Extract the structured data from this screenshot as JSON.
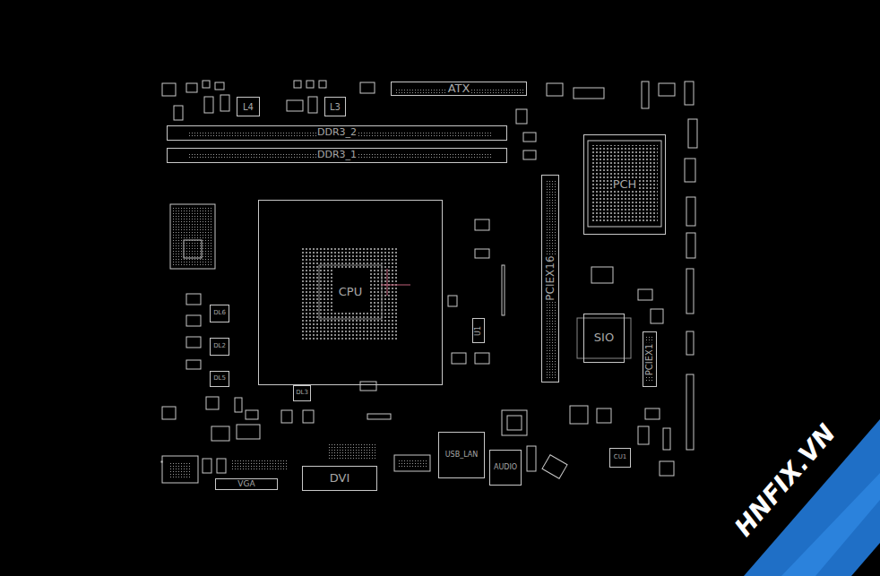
{
  "diagram": {
    "nodes": [
      {
        "text": [
          "L4"
        ]
      },
      {
        "text": [
          "L3"
        ]
      },
      {
        "text": [
          "ATX"
        ]
      },
      {
        "text": [
          "DDR3_2"
        ]
      },
      {
        "text": [
          "DDR3_1"
        ]
      },
      {
        "text": [
          "PCH"
        ]
      },
      {
        "text": [
          "CPU"
        ]
      },
      {
        "text": [
          "PCIEX16"
        ]
      },
      {
        "text": [
          "DL6"
        ]
      },
      {
        "text": [
          "U1"
        ]
      },
      {
        "text": [
          "SIO"
        ]
      },
      {
        "text": [
          "DL2"
        ]
      },
      {
        "text": [
          "PCIEX1"
        ]
      },
      {
        "text": [
          "DL5"
        ]
      },
      {
        "text": [
          "DL3"
        ]
      },
      {
        "text": [
          "CU1"
        ]
      },
      {
        "text": [
          "USB_LAN"
        ]
      },
      {
        "text": [
          "AUDIO"
        ]
      },
      {
        "text": [
          "DVI"
        ]
      },
      {
        "text": [
          "VGA"
        ]
      }
    ],
    "labels": [
      "HNFIX.VN"
    ]
  }
}
